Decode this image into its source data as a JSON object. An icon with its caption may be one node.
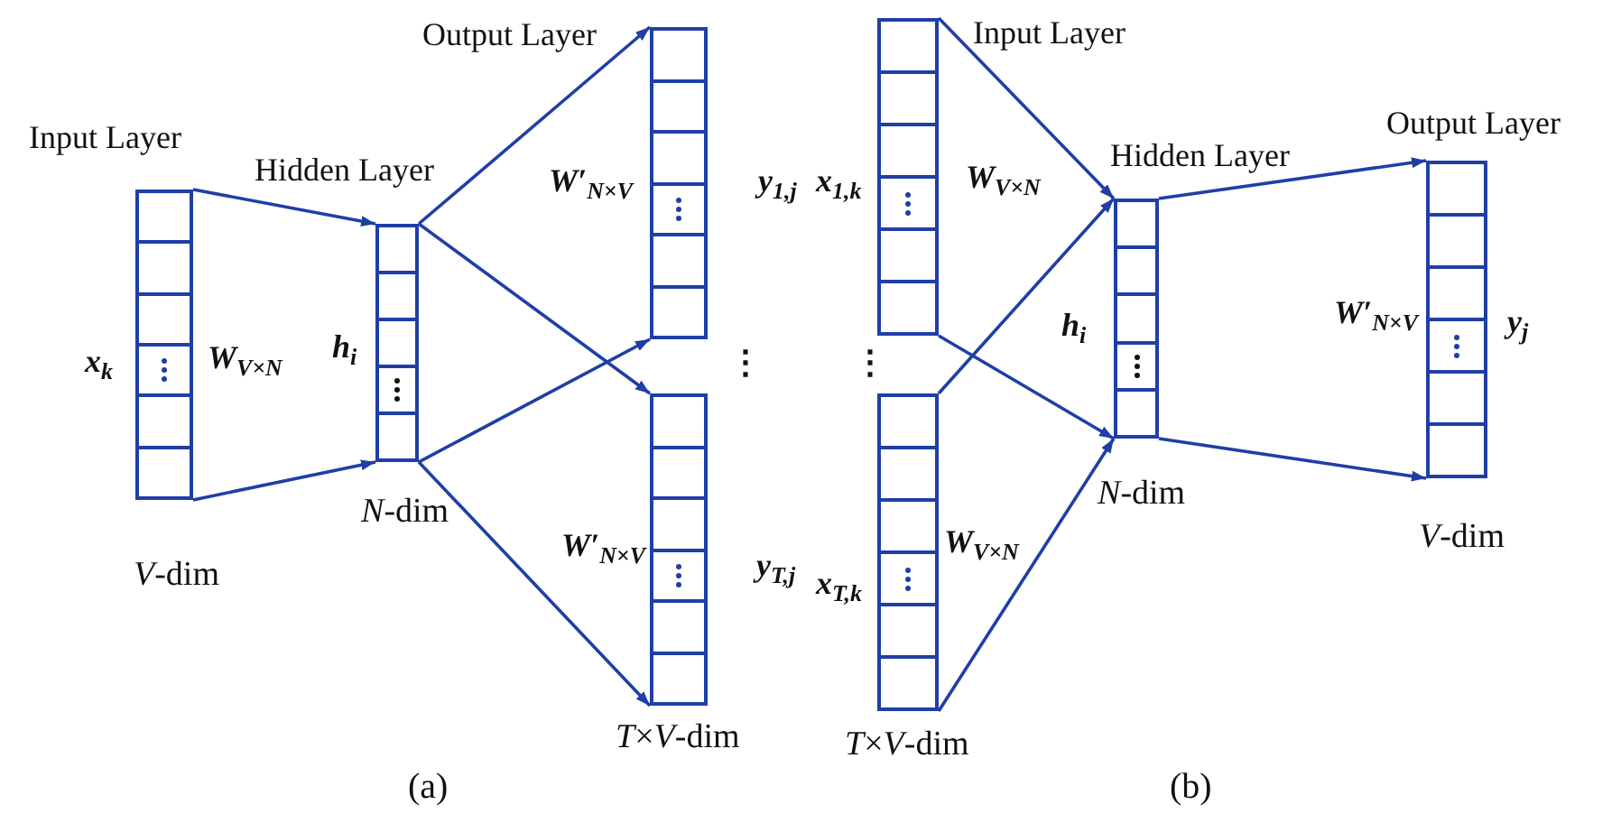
{
  "diagram": {
    "nodes": [
      {
        "text": [
          "Input Layer"
        ],
        "beside": [
          "*x*$_{k}$",
          "*V*-dim"
        ]
      },
      {
        "text": [
          "Hidden Layer"
        ],
        "beside": [
          "*h*$_{i}$",
          "*N*-dim"
        ]
      },
      {
        "text": [
          "Output Layer"
        ],
        "beside": [
          "*y*$_{1,j}$",
          "*W*′$_{N×V}$"
        ]
      },
      {
        "text": [],
        "shape": "bar",
        "beside": [
          "*y*$_{T,j}$",
          "*T*×*V*-dim",
          "*W*′$_{N×V}$"
        ]
      },
      {
        "text": [
          "Input Layer"
        ],
        "beside": [
          "*x*$_{1,k}$"
        ]
      },
      {
        "text": [],
        "shape": "bar",
        "beside": [
          "*x*$_{T,k}$",
          "*T*×*V*-dim"
        ]
      },
      {
        "text": [
          "Hidden Layer"
        ],
        "beside": [
          "*h*$_{i}$",
          "*N*-dim"
        ]
      },
      {
        "text": [
          "Output Layer"
        ],
        "beside": [
          "*y*$_{j}$",
          "*V*-dim",
          "*W*′$_{N×V}$"
        ]
      }
    ],
    "edges": [
      {
        "from": 0,
        "to": 1,
        "arrow": "to"
      },
      {
        "from": 0,
        "to": 1,
        "arrow": "to"
      },
      {
        "from": 1,
        "to": 2,
        "arrow": "to"
      },
      {
        "from": 1,
        "to": 2,
        "arrow": "to"
      },
      {
        "from": 1,
        "to": 3,
        "arrow": "to"
      },
      {
        "from": 1,
        "to": 3,
        "arrow": "to"
      },
      {
        "from": 4,
        "to": 6,
        "arrow": "to"
      },
      {
        "from": 4,
        "to": 6,
        "arrow": "to"
      },
      {
        "from": 5,
        "to": 6,
        "arrow": "to"
      },
      {
        "from": 5,
        "to": 6,
        "arrow": "to"
      },
      {
        "from": 6,
        "to": 7,
        "arrow": "to"
      },
      {
        "from": 6,
        "to": 7,
        "arrow": "to"
      }
    ],
    "labels": [
      "*W*$_{V×N}$",
      "⋮",
      "(a)",
      "*W*$_{V×N}$",
      "⋮",
      "*W*$_{V×N}$",
      "(b)"
    ]
  }
}
